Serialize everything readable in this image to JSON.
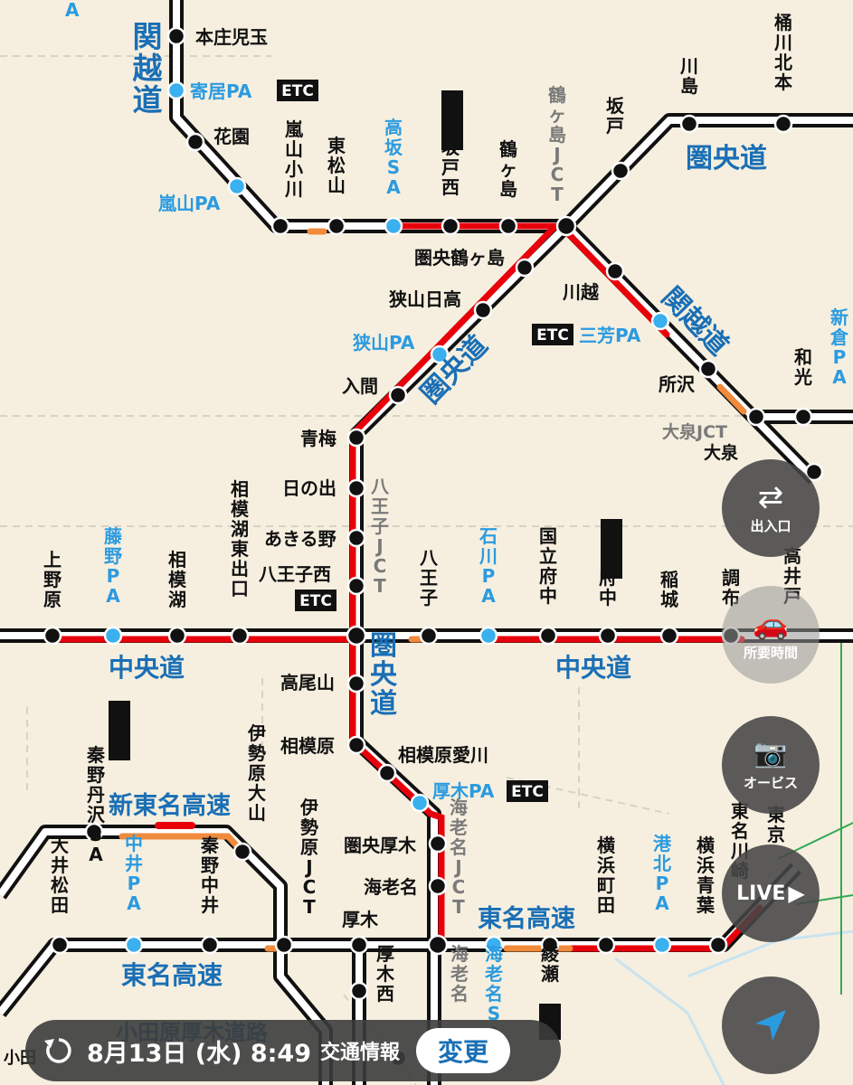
{
  "colors": {
    "route_label": "#1a6fb5",
    "pa_label": "#2b9be0",
    "congestion": "#e8000b",
    "slow": "#f08a3c",
    "jct_label": "#7a7a7a"
  },
  "map": {
    "labels_h": [
      {
        "id": "honjo",
        "text": "本庄児玉"
      },
      {
        "id": "yorii_pa",
        "text": "寄居PA",
        "pa": true
      },
      {
        "id": "hanazono",
        "text": "花園"
      },
      {
        "id": "ranzan_pa",
        "text": "嵐山PA",
        "pa": true
      },
      {
        "id": "kenou_tsurugashima",
        "text": "圏央鶴ヶ島"
      },
      {
        "id": "sayama_hidaka",
        "text": "狭山日高"
      },
      {
        "id": "sayama_pa",
        "text": "狭山PA",
        "pa": true
      },
      {
        "id": "iruma",
        "text": "入間"
      },
      {
        "id": "kawagoe",
        "text": "川越"
      },
      {
        "id": "miyoshi_pa",
        "text": "三芳PA",
        "pa": true
      },
      {
        "id": "tokorozawa",
        "text": "所沢"
      },
      {
        "id": "oizumi_jct",
        "text": "大泉JCT",
        "jct": true
      },
      {
        "id": "oizumi",
        "text": "大泉"
      },
      {
        "id": "ome",
        "text": "青梅"
      },
      {
        "id": "hinode",
        "text": "日の出"
      },
      {
        "id": "akiruno",
        "text": "あきる野"
      },
      {
        "id": "hachiojinishi",
        "text": "八王子西"
      },
      {
        "id": "takaosan",
        "text": "高尾山"
      },
      {
        "id": "sagamihara",
        "text": "相模原"
      },
      {
        "id": "sagamihara_aikawa",
        "text": "相模原愛川"
      },
      {
        "id": "atsugi_pa",
        "text": "厚木PA",
        "pa": true
      },
      {
        "id": "kenou_atsugi",
        "text": "圏央厚木"
      },
      {
        "id": "ebina",
        "text": "海老名"
      },
      {
        "id": "atsugi",
        "text": "厚木"
      },
      {
        "id": "odawara_small",
        "text": "小田"
      }
    ],
    "labels_v": [
      {
        "id": "ranzan_ogawa",
        "text": "嵐山小川"
      },
      {
        "id": "higashimatsuyama",
        "text": "東松山"
      },
      {
        "id": "takasaka_sa",
        "text": "高坂SA",
        "pa": true
      },
      {
        "id": "sakadonishi",
        "text": "坂戸西"
      },
      {
        "id": "tsurugashima",
        "text": "鶴ヶ島"
      },
      {
        "id": "tsurugashima_jct",
        "text": "鶴ヶ島JCT",
        "jct": true
      },
      {
        "id": "sakado",
        "text": "坂戸"
      },
      {
        "id": "kawajima",
        "text": "川島"
      },
      {
        "id": "okegawa_kitamoto",
        "text": "桶川北本"
      },
      {
        "id": "shinkura_pa",
        "text": "新倉PA",
        "pa": true
      },
      {
        "id": "wako",
        "text": "和光"
      },
      {
        "id": "uenohara",
        "text": "上野原"
      },
      {
        "id": "fujino_pa",
        "text": "藤野PA",
        "pa": true
      },
      {
        "id": "sagamiko",
        "text": "相模湖"
      },
      {
        "id": "sagamiko_higashi",
        "text": "相模湖東出口"
      },
      {
        "id": "hachioji_jct",
        "text": "八王子JCT",
        "jct": true
      },
      {
        "id": "hachioji",
        "text": "八王子"
      },
      {
        "id": "ishikawa_pa",
        "text": "石川PA",
        "pa": true
      },
      {
        "id": "kunitachifuchu",
        "text": "国立府中"
      },
      {
        "id": "fuchu",
        "text": "府中"
      },
      {
        "id": "inagi",
        "text": "稲城"
      },
      {
        "id": "chofu",
        "text": "調布"
      },
      {
        "id": "takaido",
        "text": "高井戸"
      },
      {
        "id": "hadano_tanzawa_sa",
        "text": "秦野丹沢SA"
      },
      {
        "id": "isehara_oyama",
        "text": "伊勢原大山"
      },
      {
        "id": "isehara_jct",
        "text": "伊勢原JCT"
      },
      {
        "id": "oimatsuda",
        "text": "大井松田"
      },
      {
        "id": "nakai_pa",
        "text": "中井PA",
        "pa": true
      },
      {
        "id": "hadano_nakai",
        "text": "秦野中井"
      },
      {
        "id": "atsuginishi",
        "text": "厚木西"
      },
      {
        "id": "ebina_jct",
        "text": "海老名JCT",
        "jct": true
      },
      {
        "id": "ebina_sa",
        "text": "海老名SA",
        "pa": true
      },
      {
        "id": "ebina_sa2",
        "text": "海老名",
        "jct": true
      },
      {
        "id": "ayase",
        "text": "綾瀬"
      },
      {
        "id": "yokohama_machida",
        "text": "横浜町田"
      },
      {
        "id": "kohoku_pa",
        "text": "港北PA",
        "pa": true
      },
      {
        "id": "yokohama_aoba",
        "text": "横浜青葉"
      },
      {
        "id": "tomei_kawasaki",
        "text": "東名川崎"
      },
      {
        "id": "tokyo",
        "text": "東京"
      }
    ],
    "routes_v": [
      {
        "id": "kanetsu_top",
        "text": "関越道"
      },
      {
        "id": "kenou_mid",
        "text": "圏央道"
      }
    ],
    "routes_h": [
      {
        "id": "kenoudo_ne",
        "text": "圏央道"
      },
      {
        "id": "chuo_w",
        "text": "中央道"
      },
      {
        "id": "chuo_e",
        "text": "中央道"
      },
      {
        "id": "shintomei",
        "text": "新東名高速"
      },
      {
        "id": "tomei_w",
        "text": "東名高速"
      },
      {
        "id": "tomei_e",
        "text": "東名高速"
      },
      {
        "id": "odawara_atsugi",
        "text": "小田原厚木道路"
      }
    ],
    "routes_rot": [
      {
        "id": "kanetsu_diag",
        "text": "関越道"
      },
      {
        "id": "kenou_diag",
        "text": "圏央道"
      }
    ],
    "etc_text": "ETC",
    "letter_a": "A"
  },
  "controls": {
    "entry_exit": "出入口",
    "travel_time": "所要時間",
    "orbis": "オービス",
    "live": "LIVE"
  },
  "status_bar": {
    "date": "8月13日 (水) 8:49",
    "label": "交通情報",
    "change": "変更"
  }
}
